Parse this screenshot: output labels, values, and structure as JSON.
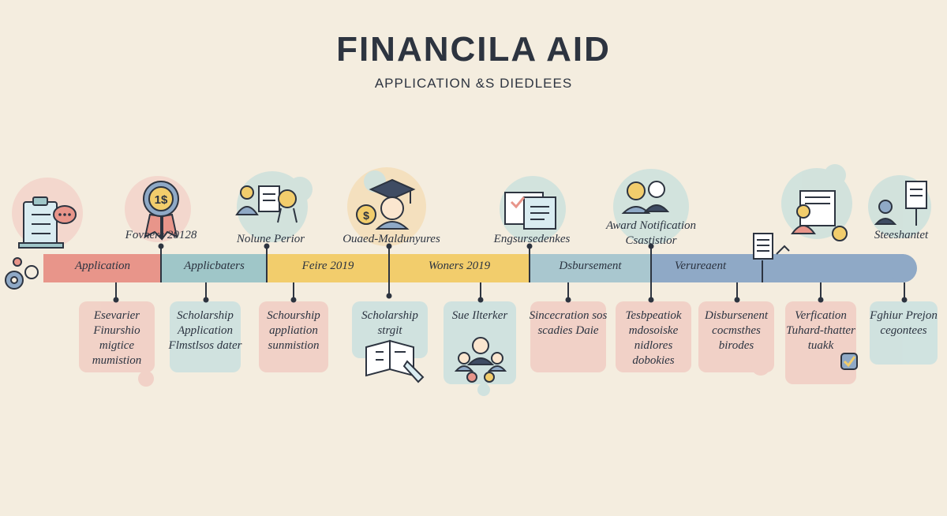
{
  "header": {
    "title": "FINANCILA AID",
    "subtitle": "APPLICATION &S DIEDLEES"
  },
  "timeline": {
    "segments": [
      {
        "label": "Application",
        "color": "#e8958a"
      },
      {
        "label": "Applicbaters",
        "color": "#9fc6c8"
      },
      {
        "label": "Feire 2019",
        "color": "#f2cd6c"
      },
      {
        "label": "Woners 2019",
        "color": "#f2cd6c"
      },
      {
        "label": "Dsbursement",
        "color": "#a9c7cf"
      },
      {
        "label": "Verureaent",
        "color": "#8fa9c6"
      }
    ],
    "top_labels": [
      "Fovnere 20128",
      "Nolune Perior",
      "Ouaed-Maldunyures",
      "Engsursedenkes",
      "Award Notification Csastistior",
      "Steeshantet"
    ],
    "bottom_labels": [
      "Esevarier Finurshio migtice mumistion",
      "Scholarship Application Flmstlsos dater",
      "Schourship appliation sunmistion",
      "Scholarship strgit",
      "Sue Ilterker",
      "Sincecration sos scadies Daie",
      "Tesbpeatiok mdosoiske nidlores dobokies",
      "Disbursenent cocmsthes birodes",
      "Verfication Tuhard-thatter tuakk",
      "Fghiur Prejon cegontees"
    ]
  },
  "icons": [
    "clipboard-checklist-icon",
    "chat-bubble-icon",
    "gears-icon",
    "dollar-medal-icon",
    "presenter-board-icon",
    "graduate-icon",
    "coin-icon",
    "document-check-icon",
    "people-profile-icon",
    "paper-list-icon",
    "chart-easel-icon",
    "book-pointer-icon",
    "team-icon",
    "checkbox-icon"
  ],
  "colors": {
    "background": "#f4eddf",
    "coral": "#e8958a",
    "teal": "#9fc6c8",
    "yellow": "#f2cd6c",
    "blue": "#8fa9c6",
    "dark": "#2d3440"
  }
}
